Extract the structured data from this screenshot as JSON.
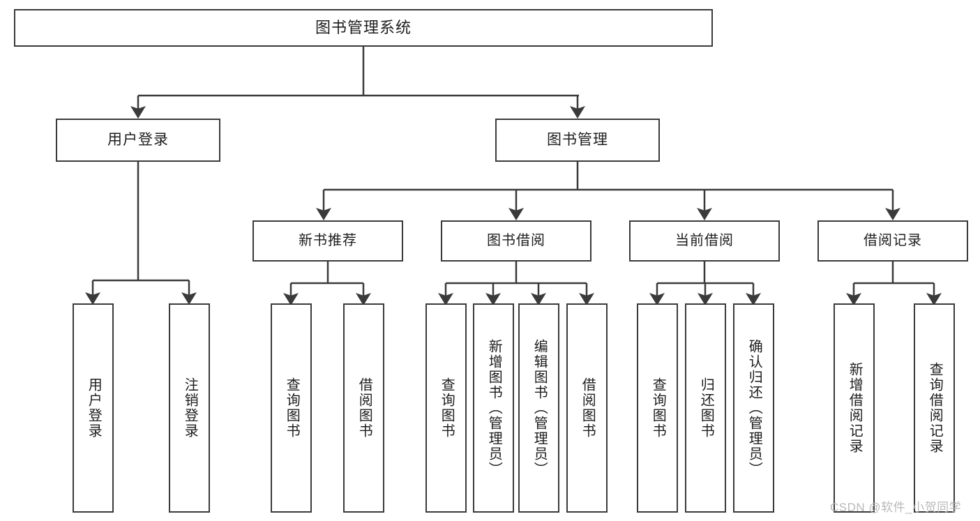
{
  "diagram": {
    "title": "图书管理系统",
    "type": "tree-hierarchy",
    "root": {
      "label": "图书管理系统"
    },
    "level2": [
      {
        "label": "用户登录"
      },
      {
        "label": "图书管理"
      }
    ],
    "level3": [
      {
        "label": "新书推荐"
      },
      {
        "label": "图书借阅"
      },
      {
        "label": "当前借阅"
      },
      {
        "label": "借阅记录"
      }
    ],
    "leaves": {
      "user_login": [
        {
          "label": "用户登录"
        },
        {
          "label": "注销登录"
        }
      ],
      "new_book_recommend": [
        {
          "label": "查询图书"
        },
        {
          "label": "借阅图书"
        }
      ],
      "book_borrow": [
        {
          "label": "查询图书"
        },
        {
          "label": "新增图书（管理员）"
        },
        {
          "label": "编辑图书（管理员）"
        },
        {
          "label": "借阅图书"
        }
      ],
      "current_borrow": [
        {
          "label": "查询图书"
        },
        {
          "label": "归还图书"
        },
        {
          "label": "确认归还（管理员）"
        }
      ],
      "borrow_record": [
        {
          "label": "新增借阅记录"
        },
        {
          "label": "查询借阅记录"
        }
      ]
    }
  },
  "watermark": {
    "text": "CSDN @软件_小贺同学"
  },
  "colors": {
    "border": "#3a3a3a",
    "text": "#1d1d1d",
    "background": "#ffffff",
    "watermark": "#b9b9b9"
  }
}
